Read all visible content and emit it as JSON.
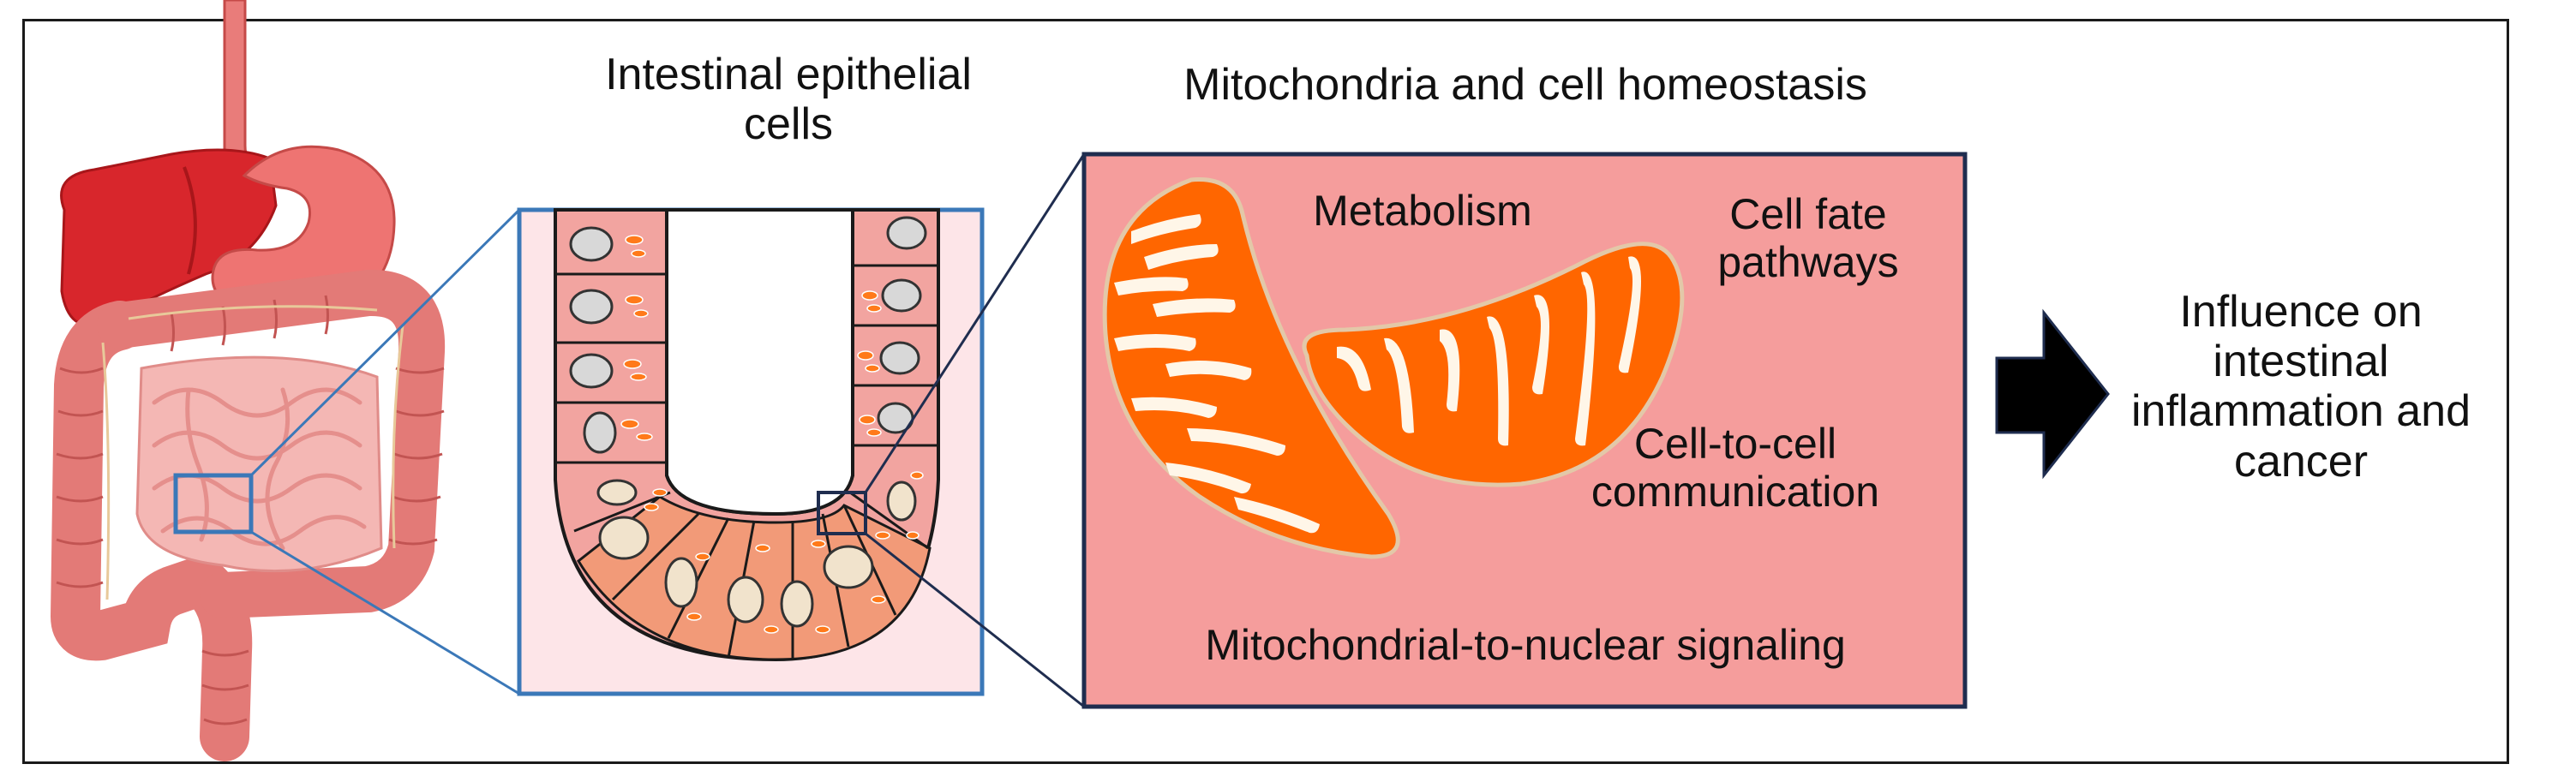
{
  "labels": {
    "epithelial": "Intestinal epithelial cells",
    "homeostasis": "Mitochondria and cell homeostasis",
    "metabolism": "Metabolism",
    "cell_fate": "Cell fate pathways",
    "cell_to_cell": "Cell-to-cell communication",
    "signaling": "Mitochondrial-to-nuclear signaling",
    "outcome": "Influence on intestinal inflammation and cancer"
  },
  "colors": {
    "liver": "#d8262c",
    "stomach": "#ee7472",
    "intestine": "#eb8a88",
    "crypt_box_border": "#3b78b8",
    "mito_box_fill": "#f59d9c",
    "mito_box_border": "#1f2d4f",
    "mitochondria": "#ff6600",
    "arrow": "#000000"
  },
  "icons": [
    "digestive-tract-icon",
    "intestinal-crypt-icon",
    "mitochondrion-icon",
    "right-arrow-icon"
  ]
}
